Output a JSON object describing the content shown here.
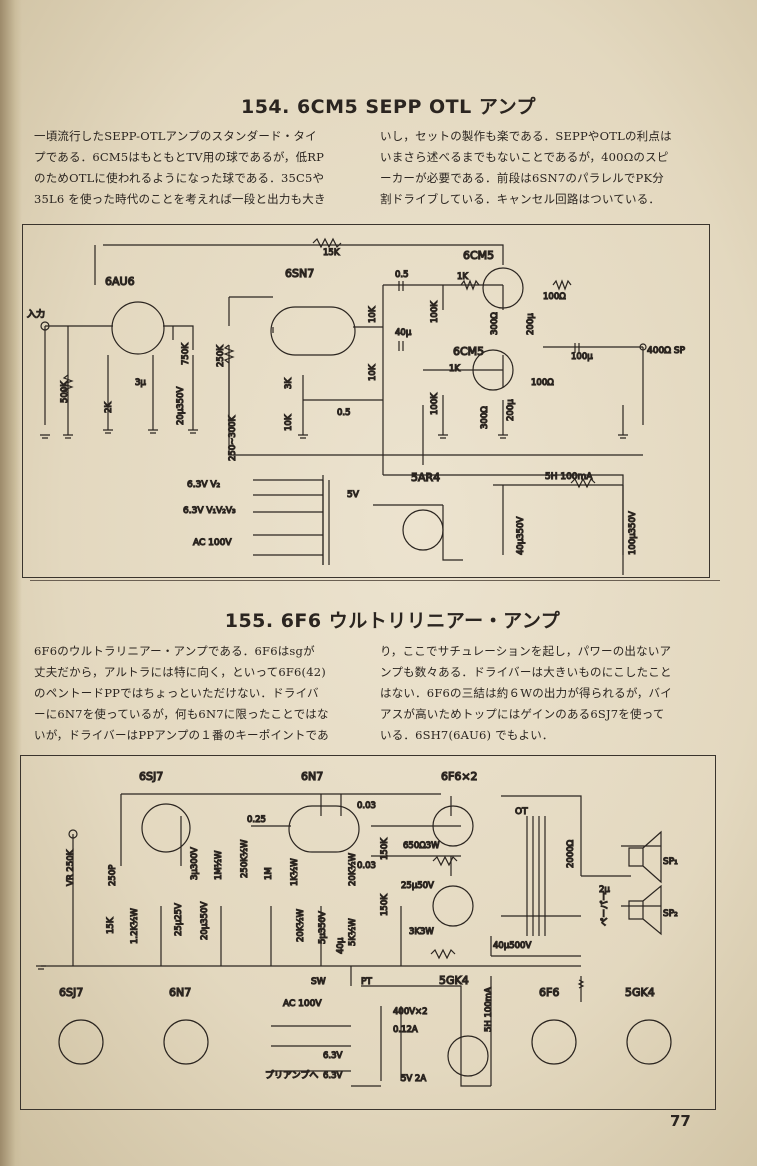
{
  "section_154": {
    "title": "154. 6CM5 SEPP OTL アンプ",
    "body_left": [
      "一頃流行したSEPP-OTLアンプのスタンダード・タイ",
      "プである．6CM5はもともとTV用の球であるが，低RP",
      "のためOTLに使われるようになった球である．35C5や",
      "35L6 を使った時代のことを考えれば一段と出力も大き"
    ],
    "body_right": [
      "いし，セットの製作も楽である．SEPPやOTLの利点は",
      "いまさら述べるまでもないことであるが，400Ωのスピ",
      "ーカーが必要である．前段は6SN7のパラレルでPK分",
      "割ドライブしている．キャンセル回路はついている．"
    ],
    "labels": {
      "t6au6": "6AU6",
      "t6sn7": "6SN7",
      "t6cm5a": "6CM5",
      "t6cm5b": "6CM5",
      "t5ar4": "5AR4",
      "input": "入力",
      "r15k": "15K",
      "c05a": "0.5",
      "r1ka": "1K",
      "r1kb": "1K",
      "r100a": "100Ω",
      "r100b": "100Ω",
      "c40u": "40μ",
      "r500k": "500K",
      "r2k": "2K",
      "c3u": "3μ",
      "r750k": "750K",
      "c20u": "20μ350V",
      "r250k": "250K",
      "vr": "250~300K",
      "r3k": "3K",
      "r10ka": "10K",
      "r10kb": "10K",
      "r10kc": "10K",
      "c05b": "0.5",
      "r100ka": "100K",
      "r100kb": "100K",
      "r300a": "300Ω",
      "r300b": "300Ω",
      "c200a": "200μ",
      "c200b": "200μ",
      "c100u": "100μ",
      "sp": "400Ω SP",
      "h1": "6.3V V₂",
      "h2": "6.3V V₁V₂V₃",
      "h5v": "5V",
      "ac": "AC 100V",
      "choke": "5H 100mA",
      "c40b": "40μ350V",
      "c100b": "100μ350V"
    }
  },
  "section_155": {
    "title": "155. 6F6 ウルトリリニアー・アンプ",
    "body_left": [
      "6F6のウルトラリニアー・アンプである．6F6はsgが",
      "丈夫だから，アルトラには特に向く，といって6F6(42)",
      "のペントードPPではちょっといただけない．ドライバ",
      "ーに6N7を使っているが，何も6N7に限ったことではな",
      "いが，ドライバーはPPアンプの１番のキーポイントであ"
    ],
    "body_right": [
      "り，ここでサチュレーションを起し，パワーの出ないア",
      "ンプも数々ある．ドライバーは大きいものにこしたこと",
      "はない．6F6の三結は約６Wの出力が得られるが，バイ",
      "アスが高いためトップにはゲインのある6SJ7を使って",
      "いる．6SH7(6AU6) でもよい．"
    ],
    "labels": {
      "t6sj7": "6SJ7",
      "t6n7": "6N7",
      "t6f6": "6F6×2",
      "ot": "OT",
      "c025": "0.25",
      "c003a": "0.03",
      "c003b": "0.03",
      "r250p": "250P",
      "vr250k": "VR 250K",
      "r15k": "15K",
      "r12k": "1.2K½W",
      "c25": "25μ25V",
      "r1m12": "1M½W",
      "c3u300": "3μ300V",
      "c20u": "20μ350V",
      "r250k12": "250K½W",
      "r1m": "1M",
      "r1k12": "1K½W",
      "r20k2w": "20K½W",
      "r20k12": "20K½W",
      "c5u": "5μ350V",
      "r5k": "5K½W",
      "c40u": "40μ",
      "r150ka": "150K",
      "r150kb": "150K",
      "r650": "650Ω3W",
      "c25u50": "25μ50V",
      "r3k3w": "3K3W",
      "c40u500": "40μ500V",
      "r2000": "2000Ω",
      "c2u": "2μ",
      "sp1": "SP₁",
      "sp2": "SP₂",
      "paper": "ペーパー",
      "sw": "SW",
      "pt": "PT",
      "ac100": "AC 100V",
      "v400": "400V×2",
      "a012": "0.12A",
      "v63a": "6.3V",
      "v63b": "6.3V",
      "v5": "5V 2A",
      "preamp": "プリアンプへ",
      "t5gk4": "5GK4",
      "choke": "5H 100mA",
      "b6sj7": "6SJ7",
      "b6n7": "6N7",
      "b6f6": "6F6",
      "b5gk4": "5GK4"
    }
  },
  "page_number": "77"
}
